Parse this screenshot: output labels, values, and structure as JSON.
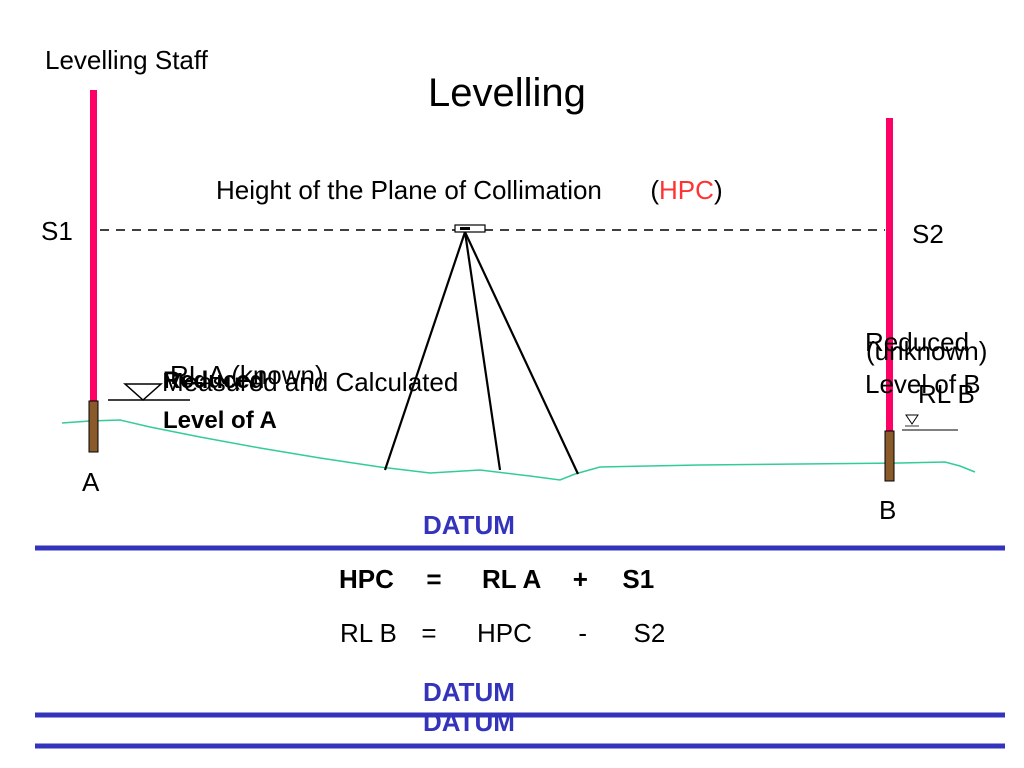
{
  "title": "Levelling",
  "staff_label": "Levelling Staff",
  "hpc_label": {
    "text": "Height of  the Plane of Collimation",
    "open_paren": "(",
    "abbrev": "HPC",
    "close_paren": ")"
  },
  "staff_reading_left": "S1",
  "staff_reading_right": "S2",
  "point_a": "A",
  "point_b": "B",
  "rl_a_known": "RL A (known)",
  "measured_and_calculated": "Measured and Calculated",
  "reduced_level_a": {
    "line1": "Reduced",
    "line2": "Level of  A"
  },
  "reduced_level_b": {
    "line1": "Reduced",
    "line2": "Level of B"
  },
  "rl_b_unknown": {
    "line1": "(unknown)",
    "line2": "RL B"
  },
  "datum_labels": [
    "DATUM",
    "DATUM",
    "DATUM"
  ],
  "formula_hpc": {
    "lhs": "HPC",
    "eq": "=",
    "term1": "RL A",
    "op": "+",
    "term2": "S1"
  },
  "formula_rlb": {
    "lhs": "RL B",
    "eq": "=",
    "term1": "HPC",
    "op": "-",
    "term2": "S2"
  },
  "colors": {
    "staff": "#ff0066",
    "staff_base": "#8b5a2b",
    "ground": "#33cc99",
    "datum_line": "#3333bb",
    "datum_text": "#3333bb",
    "hpc_abbrev": "#ff3333",
    "ink": "#000000"
  },
  "icons": {
    "level_instrument": "level-instrument-icon",
    "water_level_marker": "water-level-triangle-icon"
  }
}
